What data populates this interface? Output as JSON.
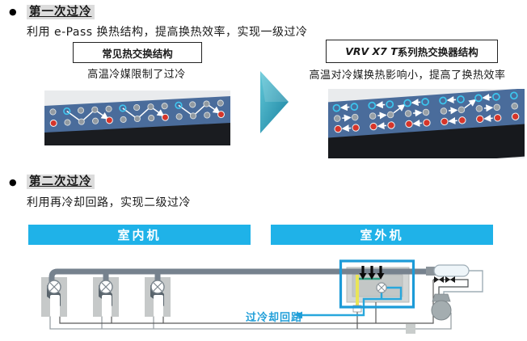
{
  "section1": {
    "bullet_glyph": "●",
    "title": "第一次过冷",
    "description": "利用 e-Pass 换热结构，提高换热效率，实现一级过冷",
    "common_structure": {
      "box_label": "常见热交换结构",
      "caption": "高温冷媒限制了过冷"
    },
    "vrv_structure": {
      "box_label_series": "VRV X7 T",
      "box_label_rest": " 系列热交换器结构",
      "caption": "高温对冷媒换热影响小，提高了换热效率"
    }
  },
  "section2": {
    "bullet_glyph": "●",
    "title": "第二次过冷",
    "description": "利用再冷却回路，实现二级过冷",
    "indoor_header": "室内机",
    "outdoor_header": "室外机",
    "subcool_loop_label": "过冷却回路"
  },
  "colors": {
    "header_bar_cyan": "#1FB2E8",
    "outdoor_box_border": "#1C9BD8",
    "subcool_label_cyan": "#1F9ED8",
    "transition_arrow_teal": "#2FA9BD",
    "pipe_gray": "#76828E",
    "subcool_pipe_yellow": "#E9E557",
    "hot_tube_red": "#D6352A"
  }
}
